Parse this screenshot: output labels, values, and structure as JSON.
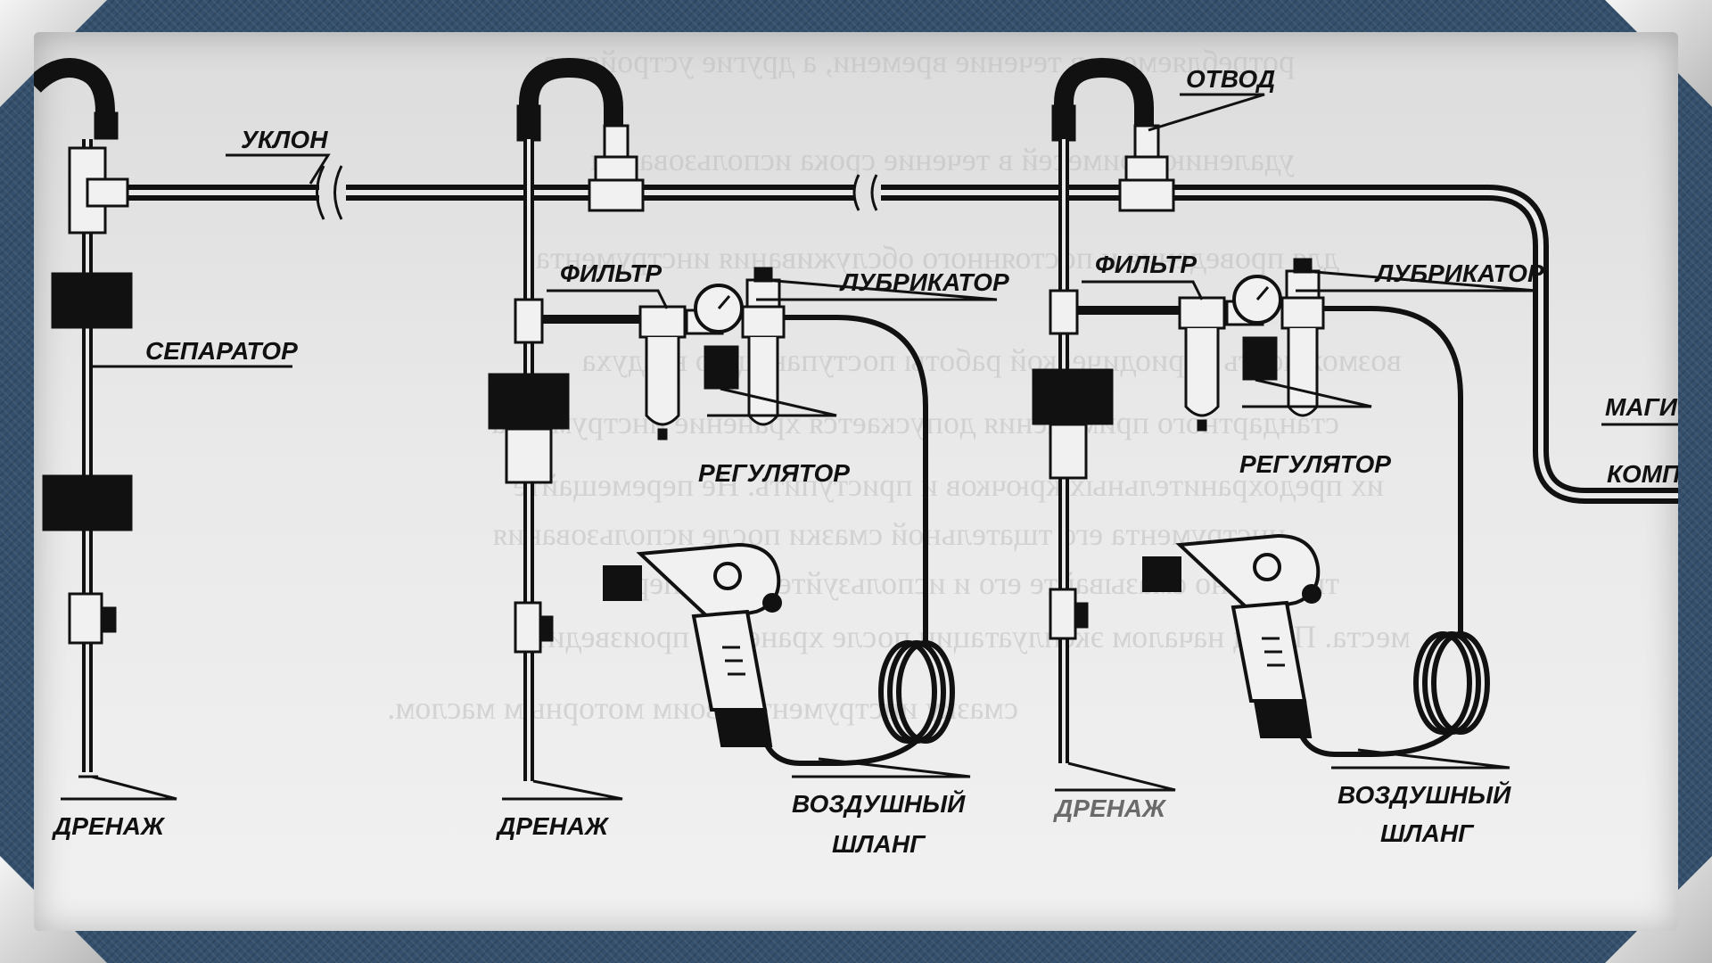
{
  "labels": {
    "slope": "УКЛОН",
    "branch": "ОТВОД",
    "separator": "СЕПАРАТОР",
    "filter_1": "ФИЛЬТР",
    "filter_2": "ФИЛЬТР",
    "lubricator_1": "ЛУБРИКАТОР",
    "lubricator_2": "ЛУБРИКАТОР",
    "regulator_1": "РЕГУЛЯТОР",
    "regulator_2": "РЕГУЛЯТОР",
    "drain_1": "ДРЕНАЖ",
    "drain_2": "ДРЕНАЖ",
    "drain_3": "ДРЕНАЖ",
    "air_hose_1_line1": "ВОЗДУШНЫЙ",
    "air_hose_1_line2": "ШЛАНГ",
    "air_hose_2_line1": "ВОЗДУШНЫЙ",
    "air_hose_2_line2": "ШЛАНГ",
    "main_cut": "МАГИС",
    "compressor_cut": "КОМП"
  },
  "bleed_text": [
    "ротребляемого в течение времени, а другие устройства",
    "удалению примесей в течение срока использования",
    "для проведения и постоянного обслуживания инструмента",
    "возможность периодической работы поступающего воздуха",
    "стандартного применения допускается хранение инструмента",
    "их предохранительных крючков и приступить. Не перемещайте",
    "инструмента его тщательной смазки после использования",
    "тщательно смазывайте его и используйте масло перед",
    "места. Перед началом эксплуатации после хранения произведите",
    "смазку инструмента своим моторным маслом."
  ],
  "colors": {
    "ink": "#111111",
    "paper": "#ececec",
    "frame": "#34506c"
  }
}
